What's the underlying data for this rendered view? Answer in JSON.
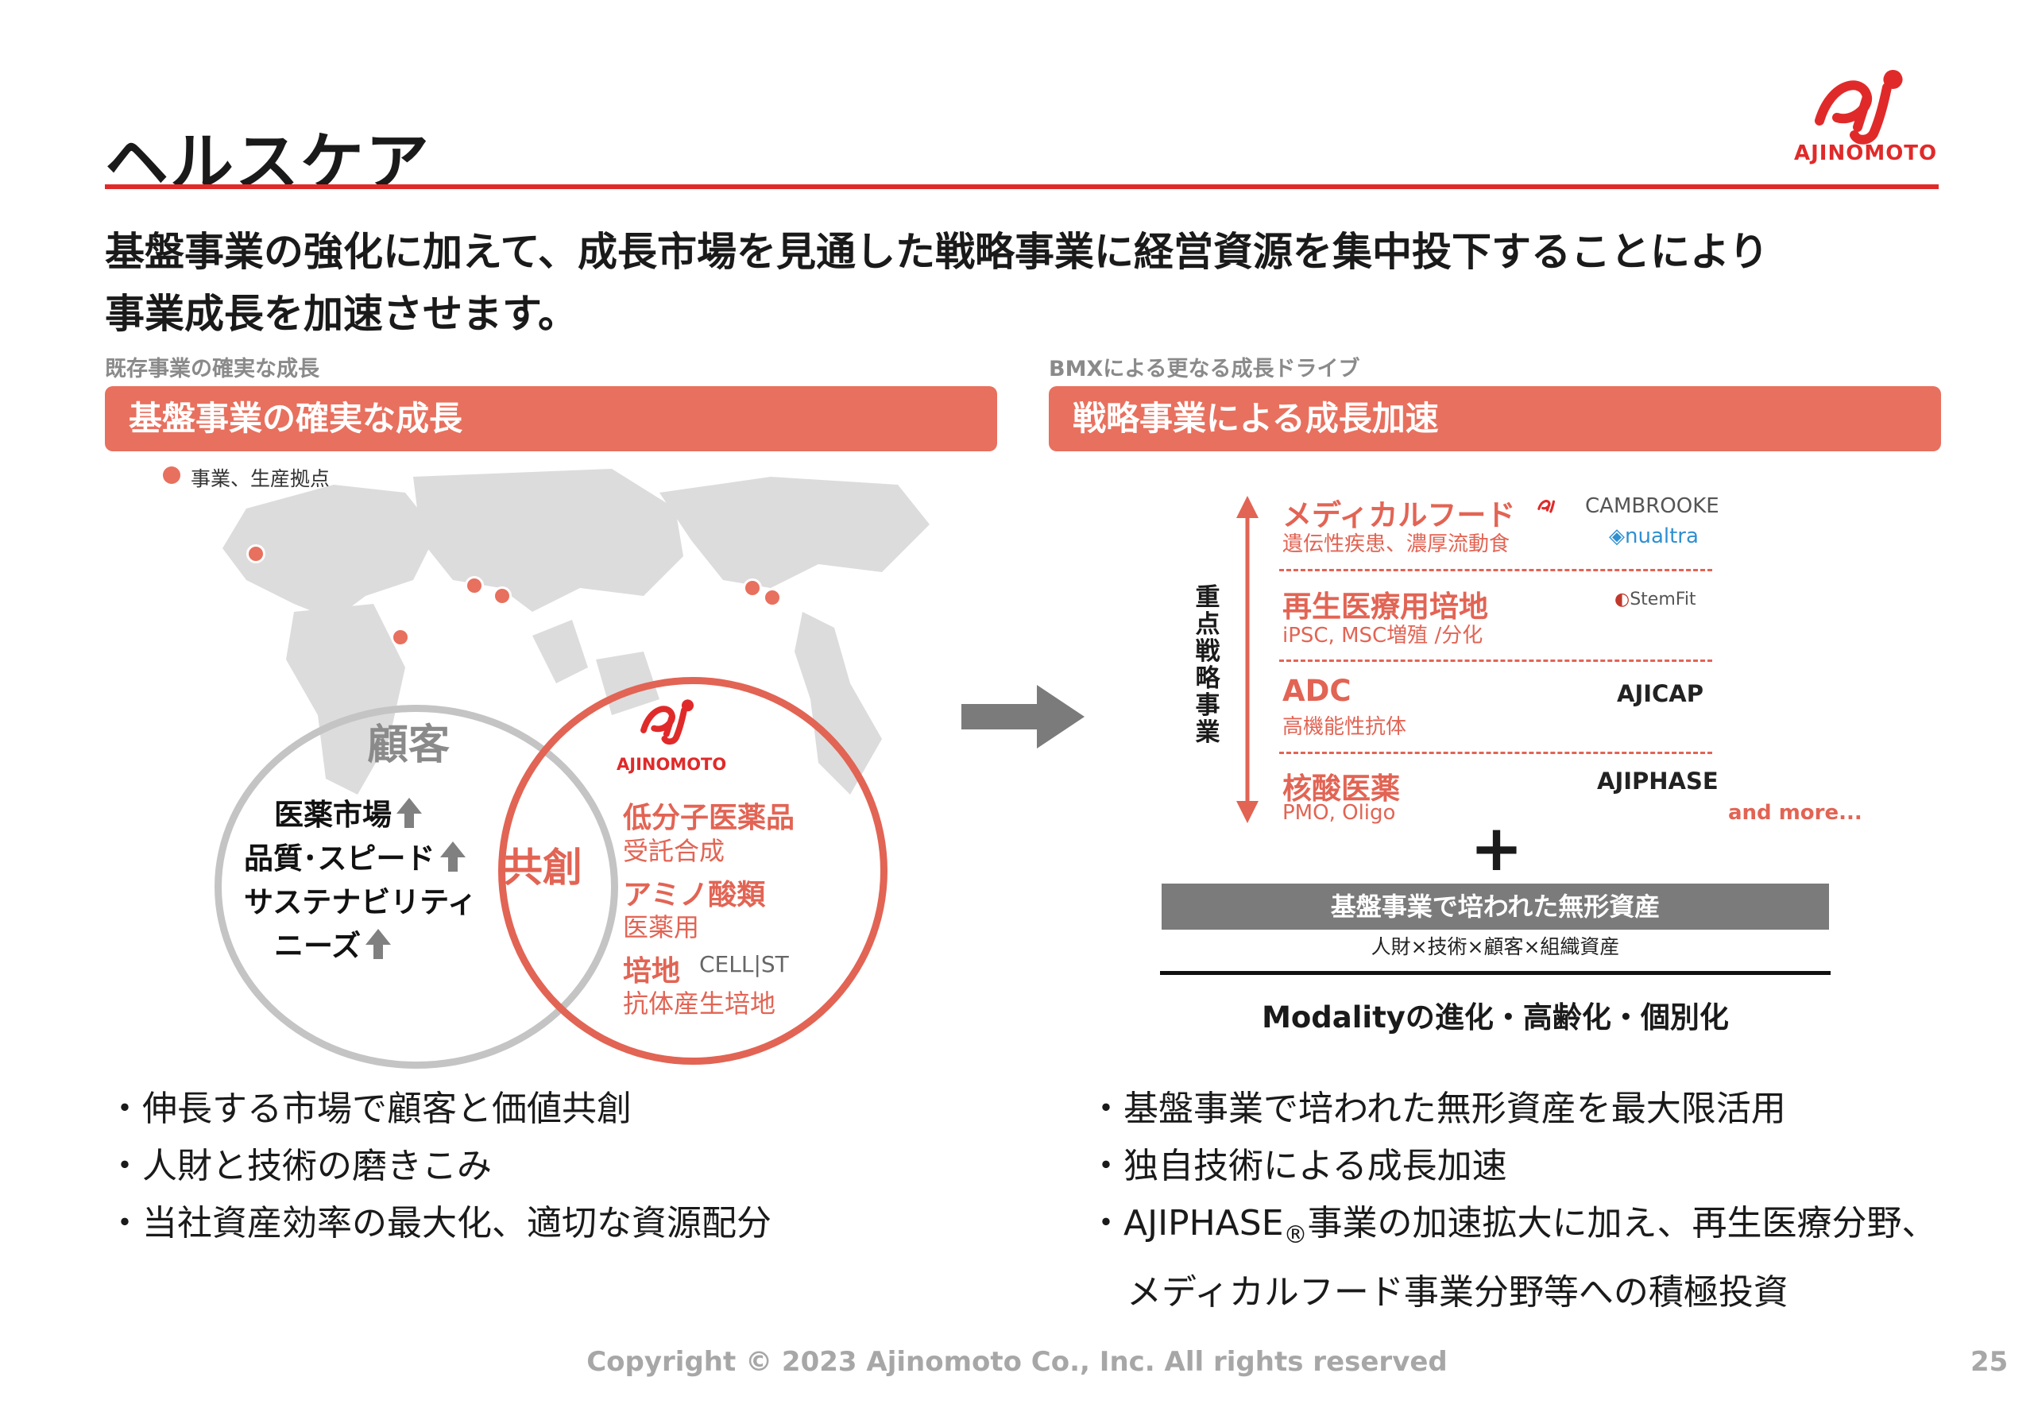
{
  "header": {
    "title": "ヘルスケア",
    "logo_text": "AJINOMOTO",
    "colors": {
      "accent": "#e02a2a",
      "banner": "#e8705e",
      "highlight": "#e26454",
      "grey": "#7b7b7b"
    }
  },
  "headline": {
    "line1": "基盤事業の強化に加えて、成長市場を見通した戦略事業に経営資源を集中投下することにより",
    "line2": "事業成長を加速させます。"
  },
  "left_panel": {
    "caption": "既存事業の確実な成長",
    "banner": "基盤事業の確実な成長",
    "legend": "事業、生産拠点",
    "customer_label": "顧客",
    "needs": [
      "医薬市場",
      "品質･スピード",
      "サステナビリティ",
      "ニーズ"
    ],
    "co_creation": "共創",
    "ajinomoto_logo_text": "AJINOMOTO",
    "offerings": [
      {
        "head": "低分子医薬品",
        "sub": "受託合成"
      },
      {
        "head": "アミノ酸類",
        "sub": "医薬用"
      },
      {
        "head": "培地",
        "brand": "CELL|ST",
        "sub": "抗体産生培地"
      }
    ],
    "bullets": [
      "・伸長する市場で顧客と価値共創",
      "・人財と技術の磨きこみ",
      "・当社資産効率の最大化、適切な資源配分"
    ]
  },
  "right_panel": {
    "caption": "BMXによる更なる成長ドライブ",
    "banner": "戦略事業による成長加速",
    "axis_label": "重点戦略事業",
    "strategies": [
      {
        "head": "メディカルフード",
        "sub": "遺伝性疾患、濃厚流動食",
        "brands": [
          "CAMBROOKE",
          "nualtra"
        ]
      },
      {
        "head": "再生医療用培地",
        "sub": "iPSC, MSC増殖 /分化",
        "brands": [
          "StemFit"
        ]
      },
      {
        "head": "ADC",
        "sub": "高機能性抗体",
        "brands": [
          "AJICAP"
        ]
      },
      {
        "head": "核酸医薬",
        "sub": "PMO, Oligo",
        "brands": [
          "AJIPHASE"
        ]
      }
    ],
    "and_more": "and more...",
    "plus": "+",
    "intangible_bar": "基盤事業で培われた無形資産",
    "intangible_sub": "人財×技術×顧客×組織資産",
    "modality": "Modalityの進化・高齢化・個別化",
    "bullets": {
      "b1": "・基盤事業で培われた無形資産を最大限活用",
      "b2": "・独自技術による成長加速",
      "b3_pre": "・AJIPHASE",
      "b3_mark": "®",
      "b3_post": "事業の加速拡大に加え、再生医療分野、",
      "b4": "メディカルフード事業分野等への積極投資"
    }
  },
  "footer": {
    "copyright": "Copyright © 2023 Ajinomoto Co., Inc. All rights reserved",
    "page": "25"
  }
}
